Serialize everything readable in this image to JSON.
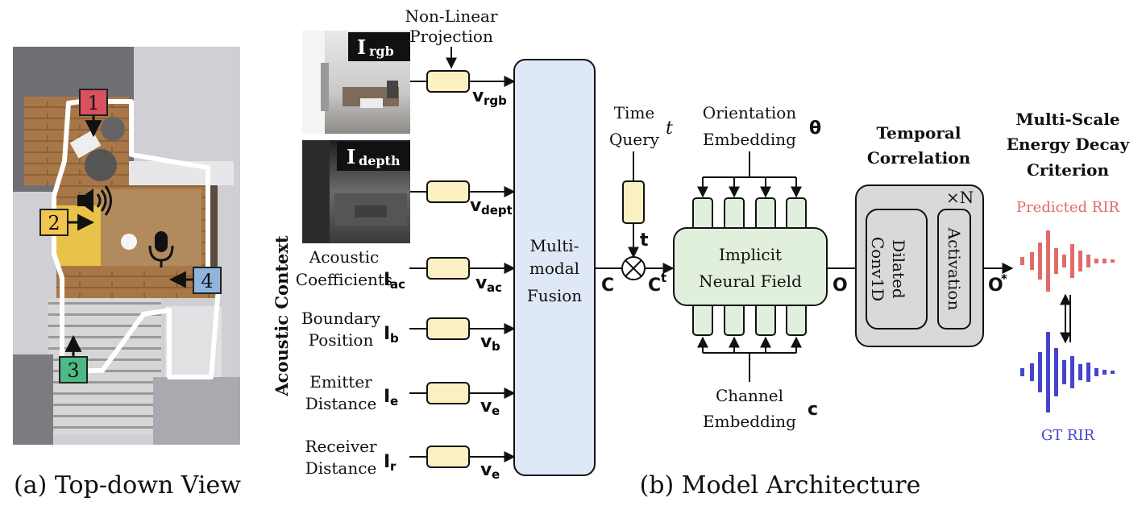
{
  "captions": {
    "top_down": "(a) Top-down View",
    "architecture": "(b) Model Architecture"
  },
  "scene": {
    "markers": [
      {
        "id": "1",
        "color": "#d9505f"
      },
      {
        "id": "2",
        "color": "#f2c450"
      },
      {
        "id": "3",
        "color": "#4dba86"
      },
      {
        "id": "4",
        "color": "#8fb5dd"
      }
    ],
    "speaker_icon": "speaker-icon",
    "mic_icon": "microphone-icon"
  },
  "acoustic_context": "Acoustic Context",
  "images": {
    "rgb": {
      "sym": "I",
      "sub": "rgb"
    },
    "depth": {
      "sym": "I",
      "sub": "depth"
    }
  },
  "nonlinear_projection": [
    "Non-Linear",
    "Projection"
  ],
  "inputs": [
    {
      "lines": [
        "Acoustic",
        "Coefficients"
      ],
      "sym": "I",
      "sub": "ac",
      "out_sym": "v",
      "out_sub": "ac"
    },
    {
      "lines": [
        "Boundary",
        "Position"
      ],
      "sym": "I",
      "sub": "b",
      "out_sym": "v",
      "out_sub": "b"
    },
    {
      "lines": [
        "Emitter",
        "Distance"
      ],
      "sym": "I",
      "sub": "e",
      "out_sym": "v",
      "out_sub": "e"
    },
    {
      "lines": [
        "Receiver",
        "Distance"
      ],
      "sym": "I",
      "sub": "r",
      "out_sym": "v",
      "out_sub": "e"
    }
  ],
  "img_outputs": [
    {
      "sym": "v",
      "sub": "rgb"
    },
    {
      "sym": "v",
      "sub": "depth"
    }
  ],
  "fusion": [
    "Multi-",
    "modal",
    "Fusion"
  ],
  "c_symbol": "C",
  "ct_symbol": {
    "sym": "C",
    "sup": "t"
  },
  "time_query": [
    "Time",
    "Query"
  ],
  "t_italic": "t",
  "t_bold": "t",
  "orientation": [
    "Orientation",
    "Embedding"
  ],
  "theta": "θ",
  "channel": [
    "Channel",
    "Embedding"
  ],
  "c_lower": "c",
  "neural_field": [
    "Implicit",
    "Neural Field"
  ],
  "o_symbol": "O",
  "o_star": {
    "sym": "O",
    "sup": "*"
  },
  "temporal": [
    "Temporal",
    "Correlation"
  ],
  "xn": "×N",
  "dilated": [
    "Dilated",
    "Conv1D"
  ],
  "activation": "Activation",
  "criterion": [
    "Multi-Scale",
    "Energy Decay",
    "Criterion"
  ],
  "predicted_rir": "Predicted RIR",
  "gt_rir": "GT RIR",
  "colors": {
    "predicted": "#e06b6b",
    "gt": "#4444cc",
    "proj_fill": "#fbf0c2",
    "fusion_fill": "#dfe8f6",
    "field_fill": "#e1f0dc",
    "temporal_fill": "#d9d9d9"
  }
}
